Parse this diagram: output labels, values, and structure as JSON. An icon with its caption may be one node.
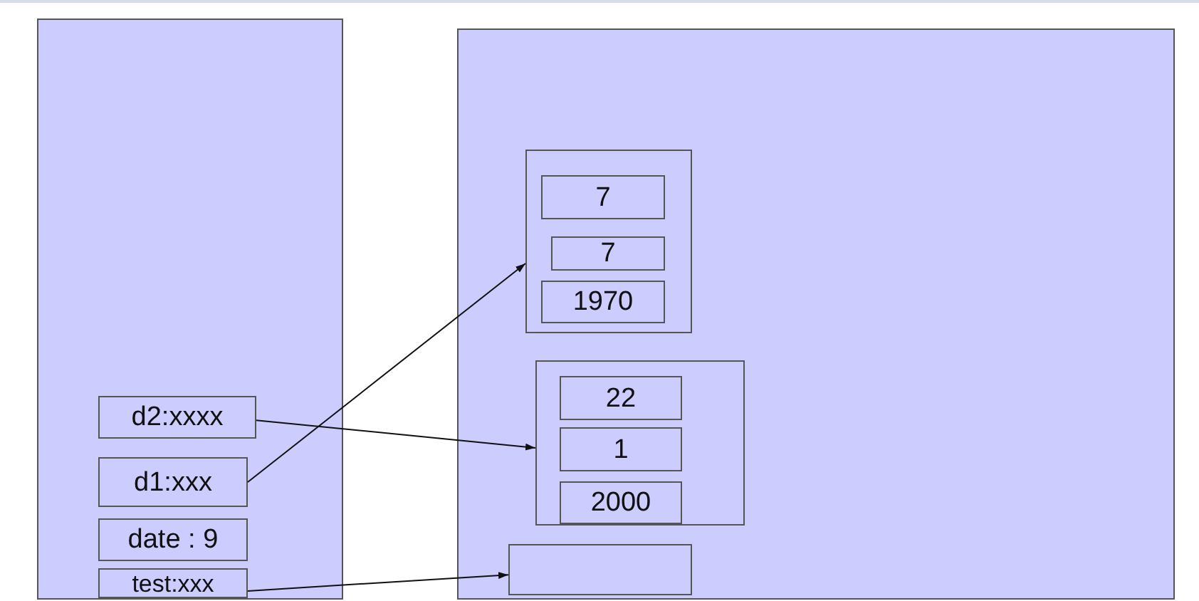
{
  "diagram": {
    "nodes": [
      {
        "text": [],
        "shape": "box"
      },
      {
        "text": [
          "d2:xxxx"
        ],
        "in": 0
      },
      {
        "text": [
          "d1:xxx"
        ],
        "in": 0
      },
      {
        "text": [
          "date : 9"
        ],
        "in": 0
      },
      {
        "text": [
          "test:xxx"
        ],
        "in": 0
      },
      {
        "text": [],
        "shape": "box"
      },
      {
        "text": [],
        "shape": "box",
        "in": 5
      },
      {
        "text": [
          "7"
        ],
        "in": 6
      },
      {
        "text": [
          "7"
        ],
        "in": 6
      },
      {
        "text": [
          "1970"
        ],
        "in": 6
      },
      {
        "text": [],
        "shape": "box",
        "in": 5
      },
      {
        "text": [
          "22"
        ],
        "in": 10
      },
      {
        "text": [
          "1"
        ],
        "in": 10
      },
      {
        "text": [
          "2000"
        ],
        "in": 10
      },
      {
        "text": [],
        "shape": "box",
        "in": 5
      }
    ],
    "edges": [
      {
        "from": 2,
        "to": 6,
        "arrow": "to"
      },
      {
        "from": 1,
        "to": 10,
        "arrow": "to"
      },
      {
        "from": 4,
        "to": 14,
        "arrow": "to"
      }
    ]
  }
}
